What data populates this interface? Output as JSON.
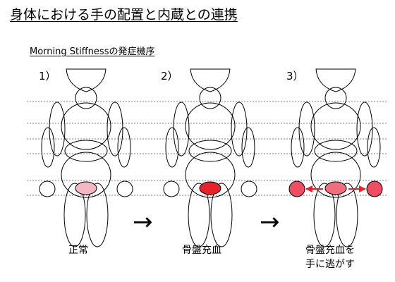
{
  "title": "身体における手の配置と内蔵との連携",
  "subtitle": "Morning Stiffnessの発症機序",
  "steps": [
    {
      "number": "1）",
      "caption": "正常",
      "pelvis_color": "#f3b8c2"
    },
    {
      "number": "2）",
      "caption": "骨盤充血",
      "pelvis_color": "#e8212b"
    },
    {
      "number": "3）",
      "caption_line1": "骨盤充血を",
      "caption_line2": "手に逃がす",
      "pelvis_color": "#ef6f80",
      "hand_color": "#ef4d63",
      "arrow_color": "#e8212b"
    }
  ],
  "transition_arrow": "→"
}
